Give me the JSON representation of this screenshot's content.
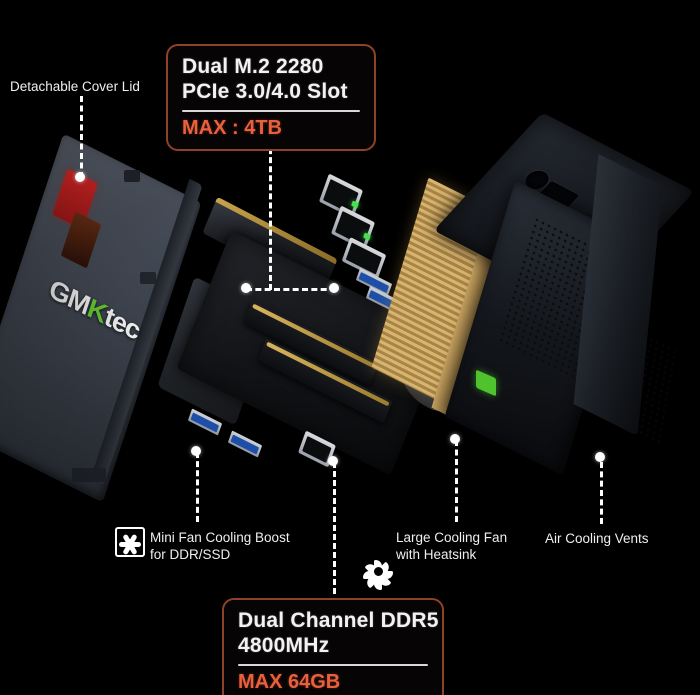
{
  "image": {
    "kind": "product-infographic",
    "subject": "GMKtec mini PC exploded view",
    "background_color": "#000000",
    "accent_color": "#e8603c",
    "callout_border_color": "#8e4227",
    "text_color": "#f2f2f2",
    "led_green": "#64c832"
  },
  "brand": {
    "logo_gm": "GM",
    "logo_k": "K",
    "logo_tec": "tec"
  },
  "callouts": [
    {
      "id": "m2",
      "line1": "Dual M.2 2280",
      "line2": "PCIe 3.0/4.0 Slot",
      "max": "MAX : 4TB"
    },
    {
      "id": "ddr5",
      "line1": "Dual Channel DDR5",
      "line2": "4800MHz",
      "max": "MAX 64GB"
    }
  ],
  "labels": [
    {
      "id": "cover-lid",
      "text": "Detachable Cover Lid",
      "icon": "none"
    },
    {
      "id": "mini-fan",
      "text": "Mini Fan Cooling Boost\nfor DDR/SSD",
      "icon": "square-fan-icon"
    },
    {
      "id": "large-fan",
      "text": "Large Cooling Fan\nwith Heatsink",
      "icon": "spiral-fan-icon"
    },
    {
      "id": "air-vents",
      "text": "Air Cooling Vents",
      "icon": "none"
    }
  ]
}
